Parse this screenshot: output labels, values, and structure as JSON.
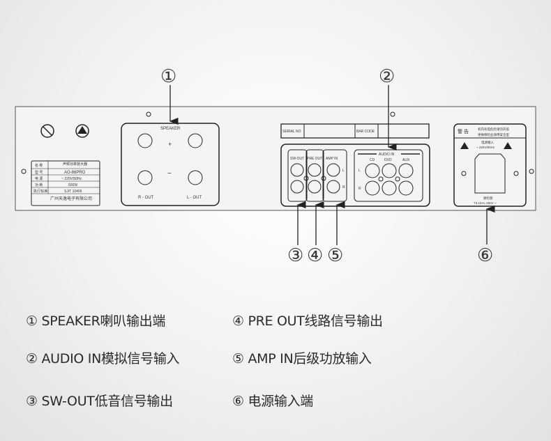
{
  "callouts": [
    "①",
    "②",
    "③",
    "④",
    "⑤",
    "⑥"
  ],
  "panel": {
    "speaker": {
      "title": "SPEAKER",
      "plus": "+",
      "minus": "−",
      "r_out": "R - OUT",
      "l_out": "L - OUT"
    },
    "serial_label": "SERIAL NO",
    "barcode_label": "BAR CODE",
    "outputs": {
      "sw_out": "SW-OUT",
      "pre_out": "PRE OUT",
      "amp_in": "AMP IN",
      "l": "L",
      "r": "R"
    },
    "audio_in": {
      "title": "AUDIO IN",
      "cd": "CD",
      "dvd": "DVD",
      "aux": "AUX",
      "l": "L",
      "r": "R"
    },
    "nameplate": {
      "rows": [
        [
          "名 称",
          "声频功率放大器"
        ],
        [
          "型 号",
          "AO-66PRO"
        ],
        [
          "电 源",
          "~ 220V/50Hz"
        ],
        [
          "功 耗",
          "500W"
        ],
        [
          "执行标准",
          "SJ/T 10406"
        ]
      ],
      "company": "广州天逸电子有限公司"
    },
    "warning": {
      "title": "警 告",
      "line1": "机内有电危险请勿开盖",
      "line2": "更换保险丝请用安全型",
      "power_in": "电源输入",
      "voltage": "~ 220V/50Hz",
      "fuse_label": "保险管",
      "fuse": "T3.15AL 250V ~"
    }
  },
  "legend": [
    "① SPEAKER喇叭输出端",
    "④ PRE OUT线路信号输出",
    "② AUDIO IN模拟信号输入",
    "⑤ AMP IN后级功放输入",
    "③ SW-OUT低音信号输出",
    "⑥ 电源输入端"
  ],
  "colors": {
    "line": "#222222",
    "panel": "#f4f4f4"
  }
}
